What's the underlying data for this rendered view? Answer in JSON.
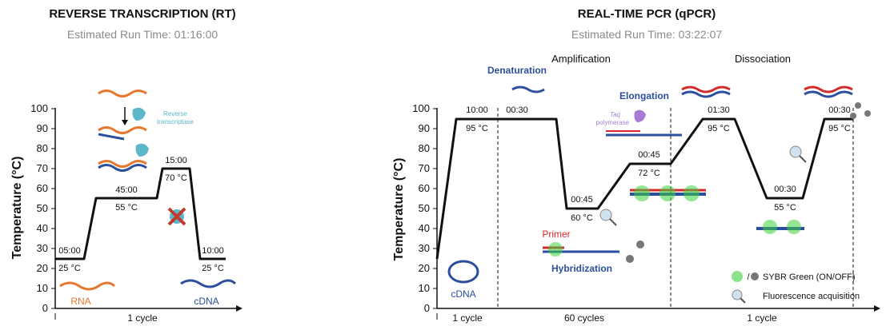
{
  "rt": {
    "title": "REVERSE TRANSCRIPTION (RT)",
    "subtitle": "Estimated Run Time: 01:16:00",
    "ylabel": "Temperature (°C)",
    "yticks": [
      "0",
      "10",
      "20",
      "30",
      "40",
      "50",
      "60",
      "70",
      "80",
      "90",
      "100"
    ],
    "steps": [
      {
        "time": "05:00",
        "temp": "25 °C"
      },
      {
        "time": "45:00",
        "temp": "55 °C"
      },
      {
        "time": "15:00",
        "temp": "70 °C"
      },
      {
        "time": "10:00",
        "temp": "25 °C"
      }
    ],
    "enzyme_label_1": "Reverse",
    "enzyme_label_2": "transcriptase",
    "rna_label": "RNA",
    "cdna_label": "cDNA",
    "cycle_label": "1 cycle"
  },
  "qpcr": {
    "title": "REAL-TIME PCR (qPCR)",
    "subtitle": "Estimated Run Time: 03:22:07",
    "section_amplification": "Amplification",
    "section_dissociation": "Dissociation",
    "ylabel": "Temperature (°C)",
    "yticks": [
      "0",
      "10",
      "20",
      "30",
      "40",
      "50",
      "60",
      "70",
      "80",
      "90",
      "100"
    ],
    "steps": [
      {
        "time": "10:00",
        "temp": "95 °C"
      },
      {
        "time": "00:30",
        "temp": ""
      },
      {
        "time": "00:45",
        "temp": "60 °C"
      },
      {
        "time": "00:45",
        "temp": "72 °C"
      },
      {
        "time": "01:30",
        "temp": "95 °C"
      },
      {
        "time": "00:30",
        "temp": "55 °C"
      },
      {
        "time": "00:30",
        "temp": "95 °C"
      }
    ],
    "denaturation": "Denaturation",
    "elongation": "Elongation",
    "taq_1": "Taq",
    "taq_2": "polymerase",
    "primer": "Primer",
    "hybridization": "Hybridization",
    "cdna_label": "cDNA",
    "legend_sybr": "SYBR Green (ON/OFF)",
    "legend_fluor": "Fluorescence acquisition",
    "cycles": [
      "1 cycle",
      "60 cycles",
      "1 cycle"
    ]
  },
  "colors": {
    "rna": "#e8772e",
    "dna": "#2b4f9e",
    "enzyme": "#5bb7c9",
    "taq": "#a77bd6",
    "sybr": "#3ccf3c",
    "cross": "#c0392b"
  }
}
